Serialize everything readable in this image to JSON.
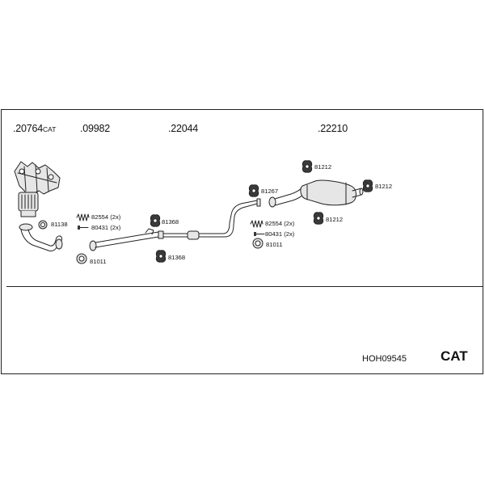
{
  "groups": {
    "g1": {
      "number": ".20764",
      "suffix": "CAT"
    },
    "g2": {
      "number": ".09982"
    },
    "g3": {
      "number": ".22044"
    },
    "g4": {
      "number": ".22210"
    }
  },
  "parts": {
    "p81138": "81138",
    "p82554_a": "82554 (2x)",
    "p80431_a": "80431 (2x)",
    "p81011_a": "81011",
    "p81368_a": "81368",
    "p81368_b": "81368",
    "p81267": "81267",
    "p82554_b": "82554 (2x)",
    "p80431_b": "80431 (2x)",
    "p81011_b": "81011",
    "p81212_a": "81212",
    "p81212_b": "81212",
    "p81212_c": "81212"
  },
  "footer": {
    "code": "HOH09545",
    "cat_label": "CAT"
  },
  "colors": {
    "line": "#222222",
    "part_fill": "#e6e6e6",
    "dark_fill": "#3a3a3a"
  }
}
